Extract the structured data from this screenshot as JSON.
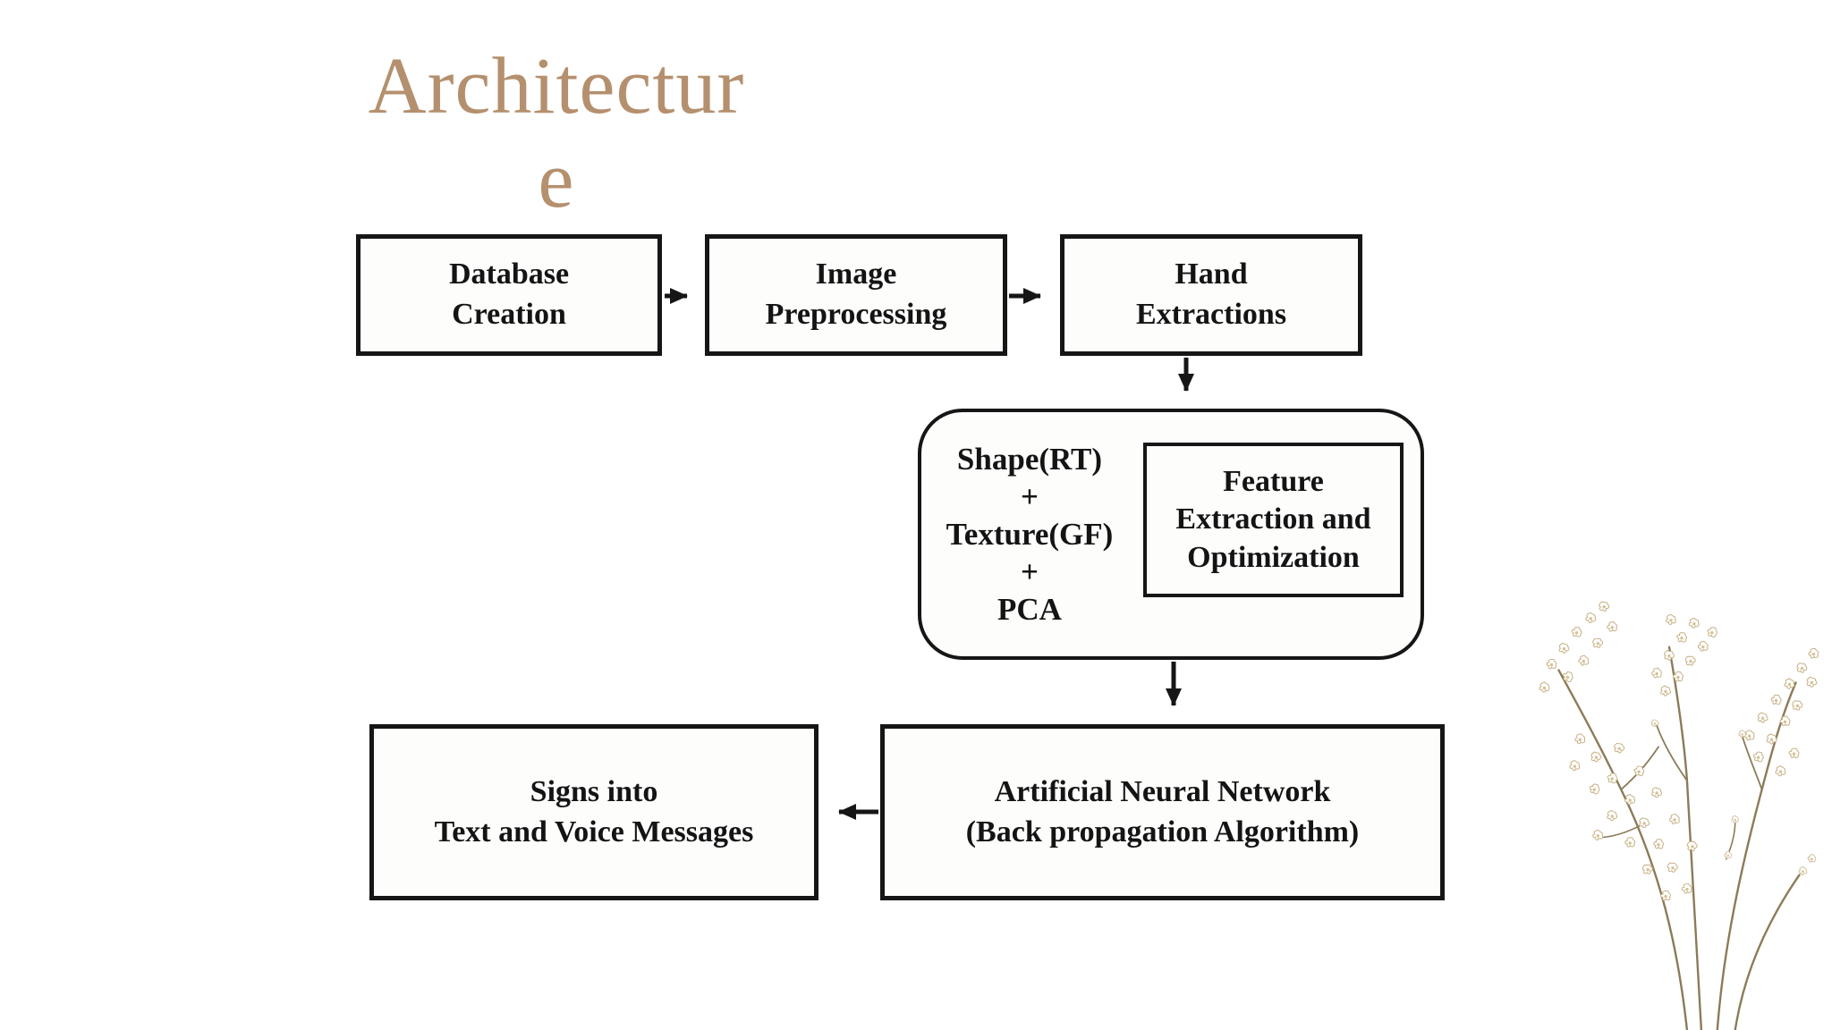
{
  "title": {
    "line1": "Architectur",
    "line2": "e"
  },
  "flowchart": {
    "database_creation": {
      "line1": "Database",
      "line2": "Creation"
    },
    "image_preprocessing": {
      "line1": "Image",
      "line2": "Preprocessing"
    },
    "hand_extractions": {
      "line1": "Hand",
      "line2": "Extractions"
    },
    "feature_stack": {
      "line1": "Shape(RT)",
      "line2": "+",
      "line3": "Texture(GF)",
      "line4": "+",
      "line5": "PCA"
    },
    "feature_extraction": {
      "line1": "Feature",
      "line2": "Extraction and",
      "line3": "Optimization"
    },
    "ann": {
      "line1": "Artificial Neural Network",
      "line2": "(Back propagation Algorithm)"
    },
    "signs": {
      "line1": "Signs into",
      "line2": "Text and Voice Messages"
    }
  },
  "colors": {
    "title_text": "#b5906e",
    "box_border": "#161616",
    "box_fill": "#fdfdfc",
    "diagram_text": "#141414",
    "arrow": "#161616",
    "flower_stem": "#8c7b58",
    "flower_petal": "#ffffff",
    "flower_husk": "#c6b084"
  },
  "decor": {
    "flower_icon": "dried-flower-sprigs"
  }
}
